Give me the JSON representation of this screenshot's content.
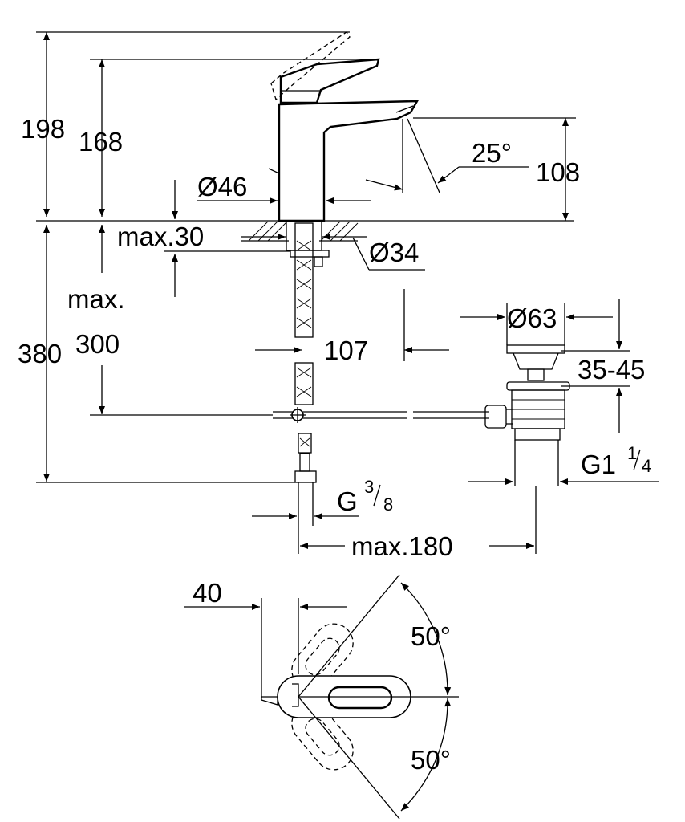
{
  "dimensions": {
    "total_height": "198",
    "body_height": "168",
    "spout_clearance": "108",
    "spout_angle": "25°",
    "base_diameter": "Ø46",
    "max_deck": "max.30",
    "hole_diameter": "Ø34",
    "max_label": "max.",
    "supply_length": "380",
    "max_hose": "300",
    "spout_reach": "107",
    "waste_diameter": "Ø63",
    "waste_range": "35-45",
    "waste_thread": "G1",
    "waste_thread_num": "1",
    "waste_thread_den": "4",
    "supply_thread": "G",
    "supply_thread_num": "3",
    "supply_thread_den": "8",
    "max_spread": "max.180",
    "lever_offset": "40",
    "rotation_left": "50°",
    "rotation_right": "50°"
  }
}
